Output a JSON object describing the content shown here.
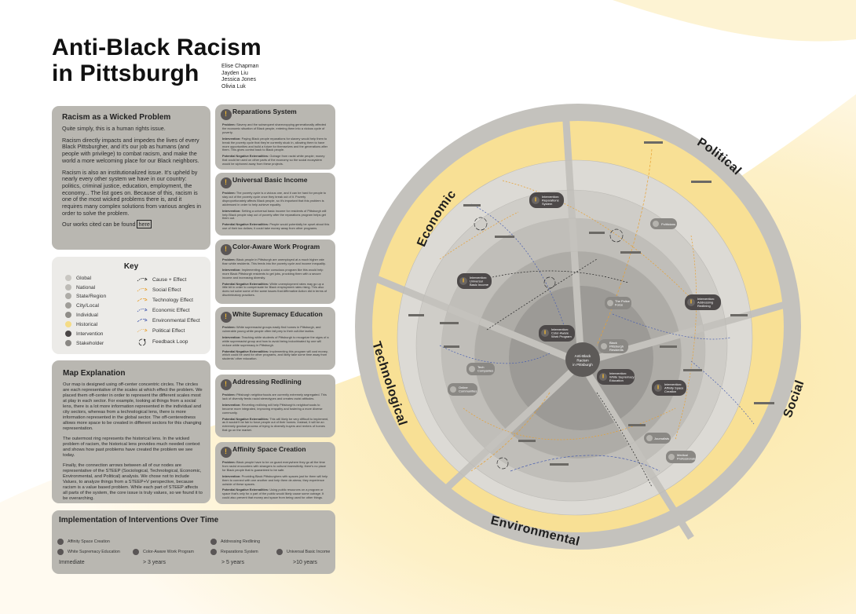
{
  "header": {
    "title_line1": "Anti-Black Racism",
    "title_line2": "in Pittsburgh",
    "authors": [
      "Elise Chapman",
      "Jayden Liu",
      "Jessica Jones",
      "Olivia Luk"
    ]
  },
  "wicked": {
    "title": "Racism as a Wicked Problem",
    "p1": "Quite simply, this is a human rights issue.",
    "p2": "Racism directly impacts and impedes the lives of every Black Pittsburgher, and it's our job as humans (and people with privilege) to combat racism, and make the world a more welcoming place for our Black neighbors.",
    "p3": "Racism is also an institutionalized issue. It's upheld by nearly every other system we have in our country: politics, criminal justice, education, employment, the economy... The list goes on. Because of this, racism is one of the most wicked problems there is, and it requires many complex solutions from various angles in order to solve the problem.",
    "p4_prefix": "Our works cited can be found ",
    "p4_link": "here"
  },
  "key": {
    "title": "Key",
    "scales": [
      {
        "label": "Global",
        "color": "#c9c7c2"
      },
      {
        "label": "National",
        "color": "#bdbbb6"
      },
      {
        "label": "State/Region",
        "color": "#aeaca7"
      },
      {
        "label": "City/Local",
        "color": "#9f9d98"
      },
      {
        "label": "Individual",
        "color": "#8f8d88"
      },
      {
        "label": "Historical",
        "color": "#f5dc86"
      },
      {
        "label": "Intervention",
        "color": "#4a4646"
      },
      {
        "label": "Stakeholder",
        "color": "#8a8884"
      }
    ],
    "effects": [
      {
        "label": "Cause + Effect",
        "color": "#222222"
      },
      {
        "label": "Social Effect",
        "color": "#e8a030"
      },
      {
        "label": "Technology Effect",
        "color": "#e8a030"
      },
      {
        "label": "Economic Effect",
        "color": "#4a5fb0"
      },
      {
        "label": "Environmental Effect",
        "color": "#4a5fb0"
      },
      {
        "label": "Political Effect",
        "color": "#e8a030"
      },
      {
        "label": "Feedback Loop",
        "color": "#222222"
      }
    ]
  },
  "mapexp": {
    "title": "Map Explanation",
    "p1": "Our map is designed using off-center concentric circles. The circles are each representative of the scales at which effect the problem. We placed them off-center in order to represent the different scales most at play in each sector. For example, looking at things from a social lens, there is a lot more information represented in the individual and city sectors, whereas from a technological lens, there is more information represented in the global sector. The off-centeredness allows more space to be created in different sectors for this changing representation.",
    "p2": "The outermost ring represents the historical lens. In the wicked problem of racism, the historical lens provides much needed context and shows how past problems have created the problem we see today.",
    "p3": "Finally, the connection arrows between all of our nodes are representative of the STEEP (Sociological, Technological, Economic, Environmental, and Political) analysis. We chose not to include Values, to analyze things from a STEEP+V perspective, because racism is a value based problem. While each part of STEEP affects all parts of the system, the core issue is truly values, so we found it to be overarching."
  },
  "interventions": [
    {
      "title": "Reparations System",
      "problem_label": "Problem:",
      "problem": "Slavery and the subsequent sharecropping generationally affected the economic situation of Black people, entering them into a vicious cycle of poverty.",
      "intervention_label": "Intervention:",
      "intervention": "Paying Black people reparations for slavery would help them to break the poverty cycle that they're currently stuck in, allowing them to have more opportunities and build a future for themselves and the generations after them. This gives control back to Black people.",
      "negative_label": "Potential Negative Externalities:",
      "negative": "Outrage from racist white people; money that could be used on other parts of the economy so the social ecosystem would be siphoned away from these projects."
    },
    {
      "title": "Universal Basic Income",
      "problem_label": "Problem:",
      "problem": "The poverty cycle is a vicious one, and it can be hard for people to stay out of the poverty cycle once they break out of it. Poverty disproportionately affects Black people, so it's important that this problem is addressed in order to help achieve equality.",
      "intervention_label": "Intervention:",
      "intervention": "Setting a universal basic income for residents of Pittsburgh will help Black people stay out of poverty after the reparations program helps get them out.",
      "negative_label": "Potential Negative Externalities:",
      "negative": "People would potentially be upset about this use of their tax dollars; it could take money away from other programs."
    },
    {
      "title": "Color-Aware Work Program",
      "problem_label": "Problem:",
      "problem": "Black people in Pittsburgh are unemployed at a much higher rate than white residents. This feeds into the poverty cycle and income inequality.",
      "intervention_label": "Intervention:",
      "intervention": "Implementing a color conscious program like this would help more Black Pittsburgh residents to get jobs, providing them with a secure income and increasing diversity.",
      "negative_label": "Potential Negative Externalities:",
      "negative": "White unemployment rates may go up a little bit in order to compensate for Black employment rates rising. This also does not solve some of the same issues that Affirmative Action did in terms of discriminatory practices."
    },
    {
      "title": "White Supremacy Education",
      "problem_label": "Problem:",
      "problem": "White supremacist groups easily find homes in Pittsburgh, and vulnerable young white people often fall prey to their cult-like tactics.",
      "intervention_label": "Intervention:",
      "intervention": "Teaching white students of Pittsburgh to recognize the signs of a white supremacist group and how to avoid being indoctrinated by one will reduce white supremacy in Pittsburgh.",
      "negative_label": "Potential Negative Externalities:",
      "negative": "Implementing this program will cost money, which could be used for other programs, and likely take some time away from students' other education."
    },
    {
      "title": "Addressing Redlining",
      "problem_label": "Problem:",
      "problem": "Pittsburgh neighborhoods are currently extremely segregated. This lack of diversity feeds racial stereotypes and creates racist attitudes.",
      "intervention_label": "Intervention:",
      "intervention": "Reverting redlining will help Pittsburgh's neighborhoods to become more integrated, improving empathy and fostering a more diverse community.",
      "negative_label": "Potential Negative Externalities:",
      "negative": "This will likely be very difficult to implement, as it wouldn't be fair to force people out of their homes. Instead, it will be an extremely gradual process of trying to diversify buyers and renters of homes that go on the market."
    },
    {
      "title": "Affinity Space Creation",
      "problem_label": "Problem:",
      "problem": "Black people have to be on guard everywhere they go all the time from racist encounters with strangers to cultural insensitivity, there's no place for Black people that is guaranteed to be safe.",
      "intervention_label": "Intervention:",
      "intervention": "Providing Black Pittsburghers with spaces just for them will help them to connect with one another and help them de-stress; they experience outside of these spaces.",
      "negative_label": "Potential Negative Externalities:",
      "negative": "Using public resources on a program or space that's only for a part of the public would likely cause some outrage. It could also prevent that money and space from being used for other things."
    }
  ],
  "implementation": {
    "title": "Implementation of Interventions Over Time",
    "items": [
      "Affinity Space Creation",
      "White Supremacy Education",
      "Color-Aware Work Program",
      "Addressing Redlining",
      "Reparations System",
      "Universal Basic Income"
    ],
    "timeline": [
      "Immediate",
      "> 3 years",
      "> 5 years",
      ">10 years"
    ]
  },
  "map": {
    "sectors": [
      "Economic",
      "Political",
      "Social",
      "Environmental",
      "Technological"
    ],
    "center_label": "Anti-Black Racism in Pittsburgh",
    "interventions": [
      "Intervention: Reparations System",
      "Intervention: Universal Basic Income",
      "Intervention: Color-Aware Work Program",
      "Intervention: White Supremacy Education",
      "Intervention: Addressing Redlining",
      "Intervention: Affinity Space Creation"
    ],
    "stakeholders": [
      "Politicians",
      "The Police Force",
      "Black Pittsburgh Residents",
      "Tech Companies",
      "Online Communities",
      "Journalists",
      "Medical Professionals"
    ],
    "colors": {
      "historical": "#f8e095",
      "outer_ring": "#c4c2bd",
      "intervention": "#4d4949",
      "center": "#5d5a58"
    }
  }
}
